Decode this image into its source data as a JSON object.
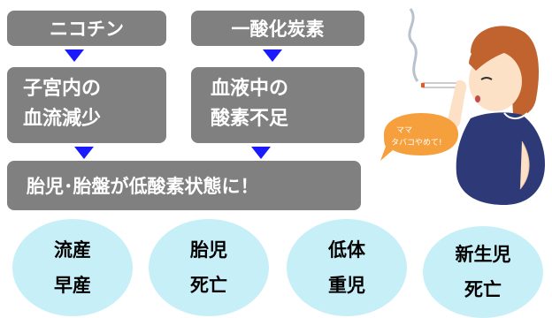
{
  "causes": {
    "nicotine": "ニコチン",
    "carbon_monoxide": "一酸化炭素"
  },
  "effects": {
    "uterine_blood_flow": [
      "子宮内の",
      "血流減少"
    ],
    "oxygen_shortage": [
      "血液中の",
      "酸素不足"
    ]
  },
  "result": "胎児･胎盤が低酸素状態に！",
  "outcomes": [
    [
      "流産",
      "早産"
    ],
    [
      "胎児",
      "死亡"
    ],
    [
      "低体",
      "重児"
    ],
    [
      "新生児",
      "死亡"
    ]
  ],
  "speech_bubble": [
    "ママ",
    "タバコやめて!"
  ],
  "colors": {
    "box_fill": "#808080",
    "arrow": "#1a1aff",
    "circle_fill": "#c7eff7",
    "speech_bubble": "#f5a03c",
    "dress": "#2e3a78"
  }
}
